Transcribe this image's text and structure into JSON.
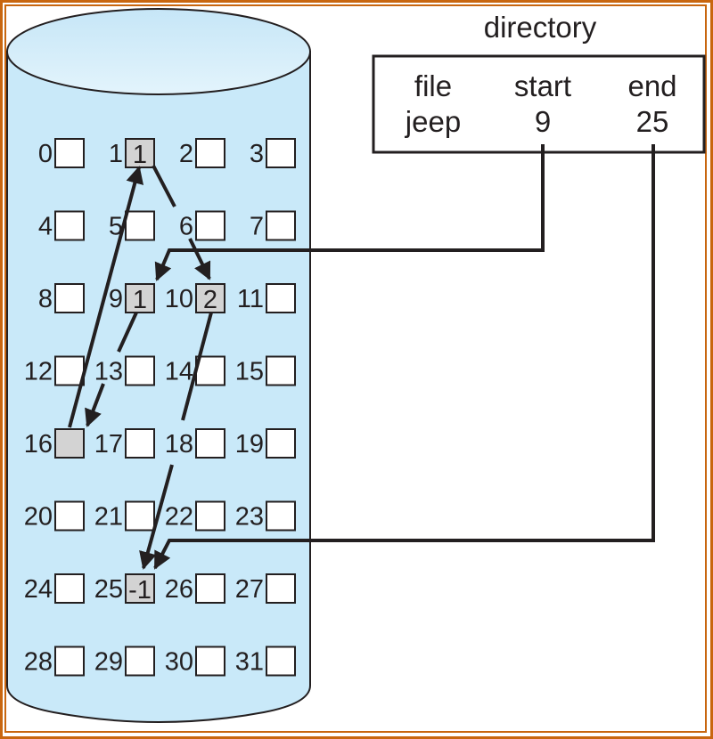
{
  "colors": {
    "frame": "#c8660f",
    "cylinder_fill": "#c9e9f9",
    "cylinder_top": "#d5eefb",
    "block_free": "#ffffff",
    "block_used": "#d3d3d3",
    "ink": "#231f20"
  },
  "directory": {
    "title": "directory",
    "headers": [
      "file",
      "start",
      "end"
    ],
    "entry": {
      "file": "jeep",
      "start": "9",
      "end": "25"
    }
  },
  "disk": {
    "block_count": 32,
    "columns": 4,
    "blocks": [
      {
        "id": 0,
        "label": "0",
        "used": false,
        "value": ""
      },
      {
        "id": 1,
        "label": "1",
        "used": true,
        "value": "1"
      },
      {
        "id": 2,
        "label": "2",
        "used": false,
        "value": ""
      },
      {
        "id": 3,
        "label": "3",
        "used": false,
        "value": ""
      },
      {
        "id": 4,
        "label": "4",
        "used": false,
        "value": ""
      },
      {
        "id": 5,
        "label": "5",
        "used": false,
        "value": ""
      },
      {
        "id": 6,
        "label": "6",
        "used": false,
        "value": ""
      },
      {
        "id": 7,
        "label": "7",
        "used": false,
        "value": ""
      },
      {
        "id": 8,
        "label": "8",
        "used": false,
        "value": ""
      },
      {
        "id": 9,
        "label": "9",
        "used": true,
        "value": "1"
      },
      {
        "id": 10,
        "label": "10",
        "used": true,
        "value": "2"
      },
      {
        "id": 11,
        "label": "11",
        "used": false,
        "value": ""
      },
      {
        "id": 12,
        "label": "12",
        "used": false,
        "value": ""
      },
      {
        "id": 13,
        "label": "13",
        "used": false,
        "value": ""
      },
      {
        "id": 14,
        "label": "14",
        "used": false,
        "value": ""
      },
      {
        "id": 15,
        "label": "15",
        "used": false,
        "value": ""
      },
      {
        "id": 16,
        "label": "16",
        "used": true,
        "value": ""
      },
      {
        "id": 17,
        "label": "17",
        "used": false,
        "value": ""
      },
      {
        "id": 18,
        "label": "18",
        "used": false,
        "value": ""
      },
      {
        "id": 19,
        "label": "19",
        "used": false,
        "value": ""
      },
      {
        "id": 20,
        "label": "20",
        "used": false,
        "value": ""
      },
      {
        "id": 21,
        "label": "21",
        "used": false,
        "value": ""
      },
      {
        "id": 22,
        "label": "22",
        "used": false,
        "value": ""
      },
      {
        "id": 23,
        "label": "23",
        "used": false,
        "value": ""
      },
      {
        "id": 24,
        "label": "24",
        "used": false,
        "value": ""
      },
      {
        "id": 25,
        "label": "25",
        "used": true,
        "value": "-1"
      },
      {
        "id": 26,
        "label": "26",
        "used": false,
        "value": ""
      },
      {
        "id": 27,
        "label": "27",
        "used": false,
        "value": ""
      },
      {
        "id": 28,
        "label": "28",
        "used": false,
        "value": ""
      },
      {
        "id": 29,
        "label": "29",
        "used": false,
        "value": ""
      },
      {
        "id": 30,
        "label": "30",
        "used": false,
        "value": ""
      },
      {
        "id": 31,
        "label": "31",
        "used": false,
        "value": ""
      }
    ],
    "chain": [
      9,
      16,
      1,
      10,
      25
    ]
  }
}
